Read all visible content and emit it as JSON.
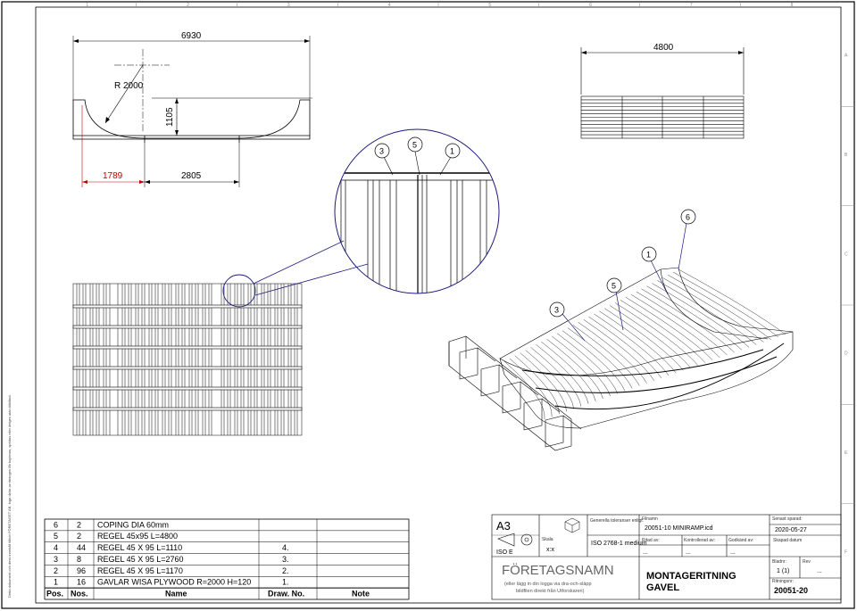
{
  "drawing": {
    "top_view": {
      "dim_total": "6930",
      "radius": "R 2000",
      "height": "1105",
      "dim_left": "1789",
      "dim_right": "2805"
    },
    "side_view": {
      "dim_width": "4800"
    },
    "callouts": {
      "detail": [
        "3",
        "5",
        "1"
      ],
      "iso": [
        "6",
        "1",
        "5",
        "3"
      ]
    },
    "border": {
      "top_ticks": [
        "1",
        "2",
        "3",
        "4",
        "5",
        "6",
        "7",
        "8"
      ],
      "right_ticks": [
        "A",
        "B",
        "C",
        "D",
        "E",
        "F"
      ]
    },
    "side_note": "Detta dokument och dess innehåll tillhör FÖRETAGET AB. Inga delar av ritningen får kopieras, spridas eller delges utan tillstånd."
  },
  "bom": {
    "headers": {
      "pos": "Pos.",
      "nos": "Nos.",
      "name": "Name",
      "draw": "Draw. No.",
      "note": "Note"
    },
    "rows": [
      {
        "pos": "6",
        "nos": "2",
        "name": "COPING DIA 60mm",
        "draw": "",
        "note": ""
      },
      {
        "pos": "5",
        "nos": "2",
        "name": "REGEL 45x95 L=4800",
        "draw": "",
        "note": ""
      },
      {
        "pos": "4",
        "nos": "44",
        "name": "REGEL 45 X 95 L=1110",
        "draw": "4.",
        "note": ""
      },
      {
        "pos": "3",
        "nos": "8",
        "name": "REGEL 45 X 95 L=2760",
        "draw": "3.",
        "note": ""
      },
      {
        "pos": "2",
        "nos": "96",
        "name": "REGEL 45 X 95 L=1170",
        "draw": "2.",
        "note": ""
      },
      {
        "pos": "1",
        "nos": "16",
        "name": "GAVLAR WISA PLYWOOD R=2000 H=120",
        "draw": "1.",
        "note": ""
      }
    ]
  },
  "title_block": {
    "format": "A3",
    "iso_label": "ISO E",
    "tolerance_label": "Generella toleranser enligt:",
    "tolerance_value": "ISO 2768-1 medium",
    "scale_label": "Skala",
    "scale_value": "x:x",
    "filename_label": "Filnamn",
    "filename_value": "20051-10 MINIRAMP.icd",
    "drawn_by_label": "Ritad av:",
    "drawn_by_value": "...",
    "checked_by_label": "Kontrollerad av:",
    "checked_by_value": "...",
    "approved_by_label": "Godkänd av:",
    "approved_by_value": "...",
    "saved_label": "Senast sparad:",
    "saved_value": "2020-05-27",
    "created_label": "Skapad datum",
    "company": "FÖRETAGSNAMN",
    "company_hint_1": "(eller lägg in din logga via dra-och-släpp",
    "company_hint_2": "bildfilen direkt från Utforskaren)",
    "title_line1": "MONTAGERITNING",
    "title_line2": "GAVEL",
    "sheet_label": "Bladnr:",
    "sheet_value": "1 (1)",
    "rev_label": "Rev",
    "rev_value": "...",
    "drawing_no_label": "Ritningsnr:",
    "drawing_no_value": "20051-20"
  }
}
